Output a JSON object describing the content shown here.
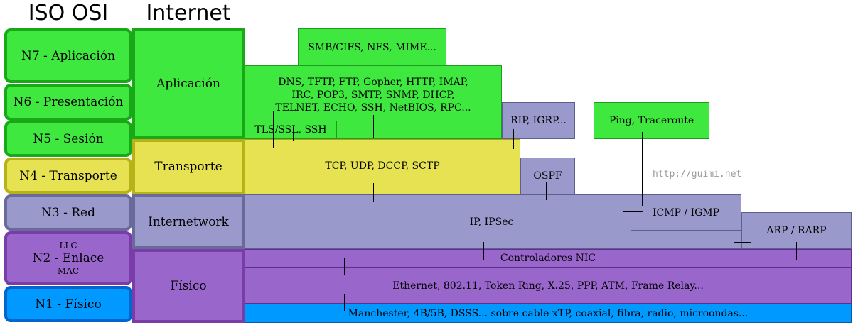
{
  "headers": {
    "osi": "ISO OSI",
    "internet": "Internet"
  },
  "osi_layers": {
    "n7": "N7 - Aplicación",
    "n6": "N6 - Presentación",
    "n5": "N5 - Sesión",
    "n4": "N4 - Transporte",
    "n3": "N3 - Red",
    "n2": {
      "top": "LLC",
      "main": "N2 - Enlace",
      "bottom": "MAC"
    },
    "n1": "N1 - Físico"
  },
  "internet_layers": {
    "aplicacion": "Aplicación",
    "transporte": "Transporte",
    "internetwork": "Internetwork",
    "fisico": "Físico"
  },
  "protocols": {
    "smb": "SMB/CIFS, NFS, MIME...",
    "dns": "DNS, TFTP, FTP, Gopher, HTTP, IMAP, IRC, POP3, SMTP, SNMP, DHCP, TELNET, ECHO, SSH, NetBIOS, RPC...",
    "tls": "TLS/SSL, SSH",
    "rip": "RIP, IGRP...",
    "ping": "Ping, Traceroute",
    "tcp": "TCP, UDP, DCCP, SCTP",
    "ospf": "OSPF",
    "ip": "IP, IPSec",
    "icmp": "ICMP / IGMP",
    "arp": "ARP / RARP",
    "nic": "Controladores NIC",
    "ethernet": "Ethernet, 802.11, Token Ring, X.25, PPP, ATM, Frame Relay...",
    "physical": "Manchester, 4B/5B, DSSS... sobre cable xTP, coaxial, fibra, radio, microondas..."
  },
  "watermark": "http://guimi.net",
  "colors": {
    "application": "#3ee83e",
    "transport": "#e6e251",
    "network": "#9999cc",
    "link": "#9966cc",
    "physical": "#0099ff"
  }
}
